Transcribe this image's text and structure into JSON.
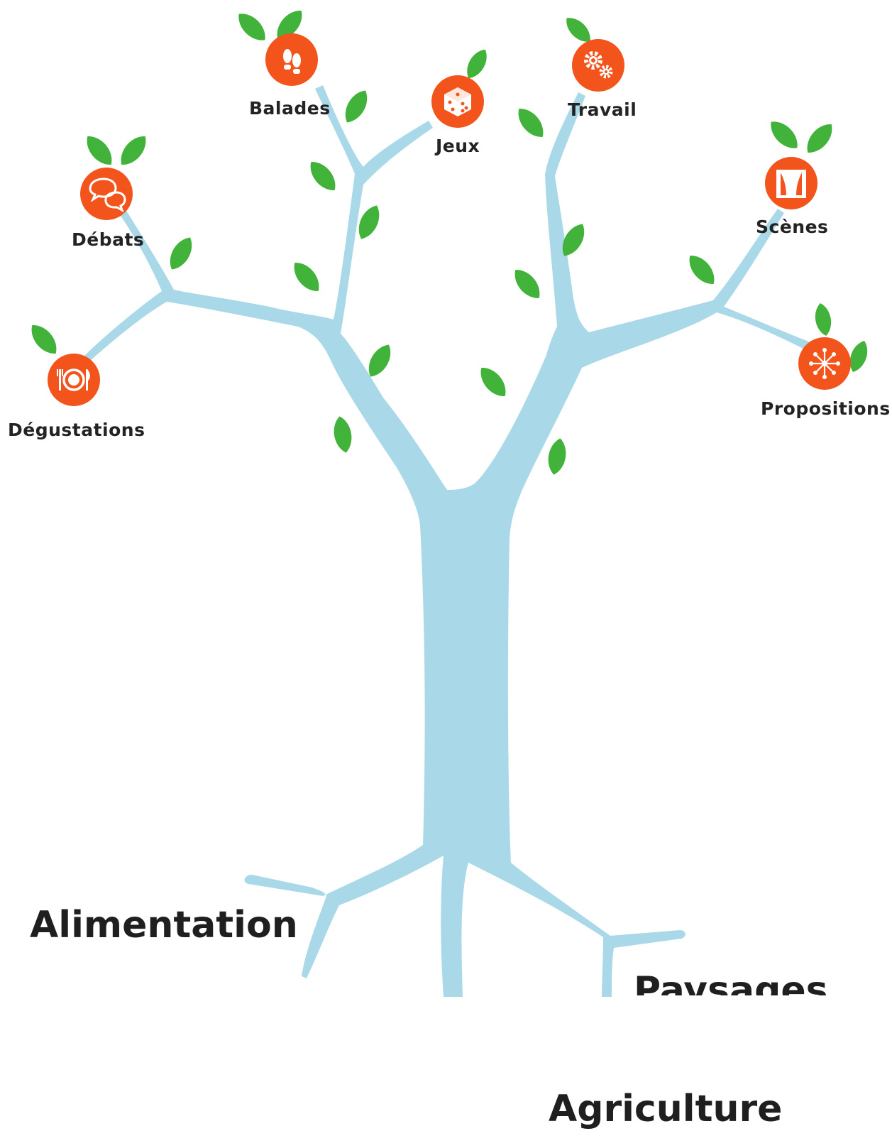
{
  "colors": {
    "fruit": "#f2541c",
    "leaf": "#42b33a",
    "trunk_top": "#f2d36a",
    "trunk_mid": "#b7dc9a",
    "trunk_bottom": "#a9d9e8",
    "root_pink": "#ef9fd4",
    "text": "#232323"
  },
  "branches": [
    {
      "label": "Balades",
      "icon": "footprints-icon"
    },
    {
      "label": "Jeux",
      "icon": "dice-icon"
    },
    {
      "label": "Travail",
      "icon": "gears-icon"
    },
    {
      "label": "Débats",
      "icon": "speech-bubbles-icon"
    },
    {
      "label": "Scènes",
      "icon": "theater-curtain-icon"
    },
    {
      "label": "Dégustations",
      "icon": "plate-cutlery-icon"
    },
    {
      "label": "Propositions",
      "icon": "dandelion-icon"
    }
  ],
  "roots": [
    {
      "label": "Alimentation"
    },
    {
      "label": "Paysages"
    },
    {
      "label": "Agriculture"
    }
  ]
}
